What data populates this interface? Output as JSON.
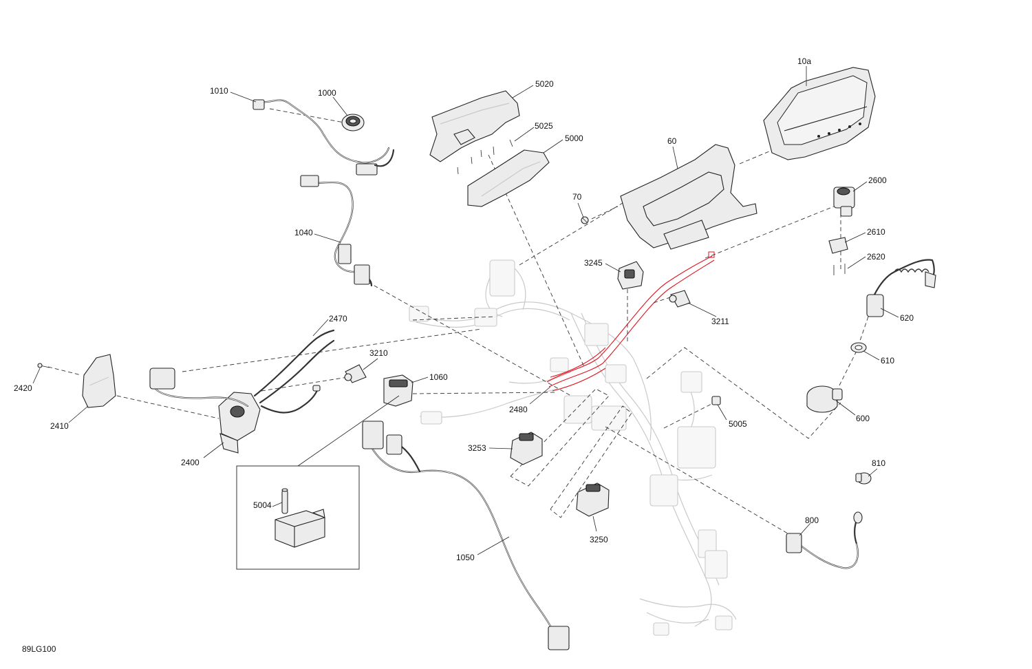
{
  "diagram": {
    "reference": "89LG100",
    "callouts": {
      "c10a": "10a",
      "c60": "60",
      "c70": "70",
      "c1000": "1000",
      "c1010": "1010",
      "c1040": "1040",
      "c1050": "1050",
      "c1060": "1060",
      "c2400": "2400",
      "c2410": "2410",
      "c2420": "2420",
      "c2470": "2470",
      "c2480": "2480",
      "c2600": "2600",
      "c2610": "2610",
      "c2620": "2620",
      "c3210": "3210",
      "c3211": "3211",
      "c3245": "3245",
      "c3250": "3250",
      "c3253": "3253",
      "c5000": "5000",
      "c5004": "5004",
      "c5005": "5005",
      "c5020": "5020",
      "c5025": "5025",
      "c600": "600",
      "c610": "610",
      "c620": "620",
      "c800": "800",
      "c810": "810"
    },
    "colors": {
      "highlight": "#e0141e",
      "line": "#222222",
      "ghost": "#c9c9c9"
    }
  }
}
